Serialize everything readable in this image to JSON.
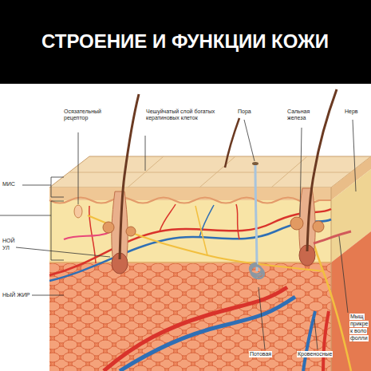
{
  "diagram": {
    "title": "СТРОЕНИЕ И ФУНКЦИИ КОЖИ",
    "labels": [
      "Осязательный рецептор",
      "Чешуйчатый слой богатых кератиновых клеток",
      "Пора",
      "Сальная железа",
      "Нерв",
      "МИС",
      "НОЙ",
      "УЛ",
      "НЫЙ ЖИР",
      "Мыщ",
      "прикре",
      "к воло",
      "фолли",
      "Потовая",
      "Кровеносные"
    ]
  }
}
